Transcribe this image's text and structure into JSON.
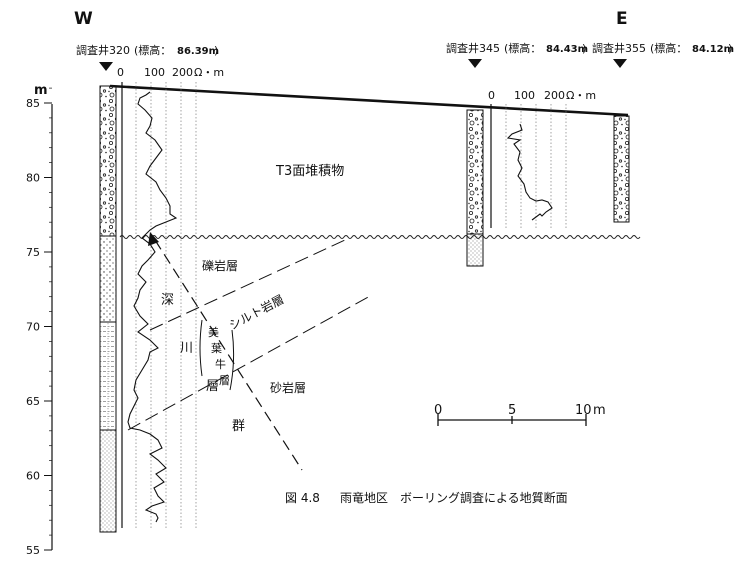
{
  "directions": {
    "west": "W",
    "east": "E"
  },
  "wells": [
    {
      "name": "調査井320",
      "elev_label": "(標高：",
      "elev": "86.39m",
      "elev_close": ")"
    },
    {
      "name": "調査井345",
      "elev_label": "(標高：",
      "elev": "84.43m",
      "elev_close": ")"
    },
    {
      "name": "調査井355",
      "elev_label": "(標高：",
      "elev": "84.12m",
      "elev_close": ")"
    }
  ],
  "resistivity_scale": {
    "ticks": [
      "0",
      "100",
      "200"
    ],
    "unit": "Ω・m"
  },
  "elevation_axis": {
    "unit": "m",
    "ticks": [
      85,
      80,
      75,
      70,
      65,
      60,
      55
    ],
    "range": [
      55,
      87
    ]
  },
  "formations": {
    "t3": "T3面堆積物",
    "gravel": "礫岩層",
    "silt": "シルト岩層",
    "sand": "砂岩層",
    "group_chars": [
      "深",
      "川",
      "層",
      "群"
    ],
    "member_chars": [
      "美",
      "葉",
      "牛",
      "層"
    ]
  },
  "scale_bar": {
    "labels": [
      "0",
      "5",
      "10"
    ],
    "unit": "m"
  },
  "caption": {
    "fig": "図 4.8",
    "title": "雨竜地区　ボーリング調査による地質断面"
  }
}
